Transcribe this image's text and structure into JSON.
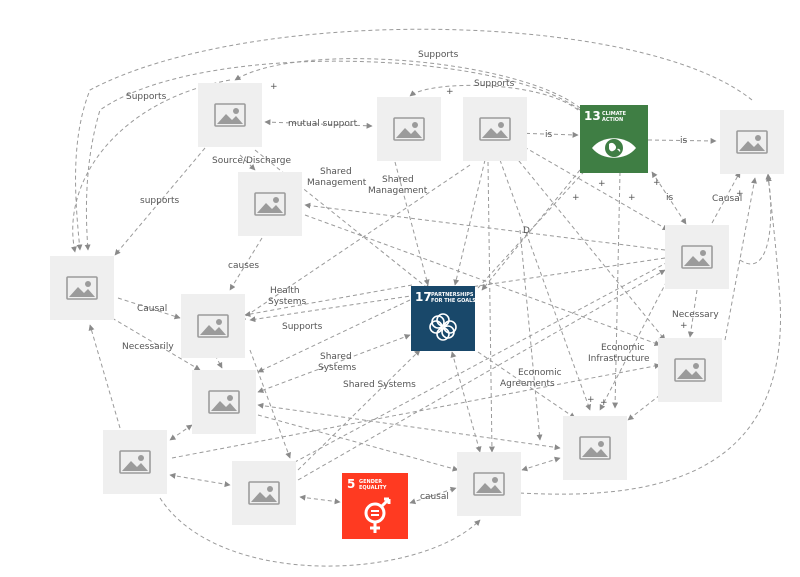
{
  "placeholder_icon": "image-placeholder-icon",
  "edge_color": "#9a9a9a",
  "sdg": {
    "climate": {
      "number": "13",
      "line1": "CLIMATE",
      "line2": "ACTION",
      "color": "#3f7e44",
      "icon": "eye-earth-icon"
    },
    "partnerships": {
      "number": "17",
      "line1": "PARTNERSHIPS",
      "line2": "FOR THE GOALS",
      "color": "#19486a",
      "icon": "interlocking-rings-icon"
    },
    "gender": {
      "number": "5",
      "line1": "GENDER",
      "line2": "EQUALITY",
      "color": "#ff3a21",
      "icon": "gender-equality-icon"
    }
  },
  "labels": {
    "supports_top": "Supports",
    "supports_mid": "Supports",
    "supports_left": "Supports",
    "supports_lower": "supports",
    "supports_center": "Supports",
    "mutual_support": "mutual support",
    "source_discharge": "Source/Discharge",
    "shared_management_1a": "Shared",
    "shared_management_1b": "Management",
    "shared_management_2a": "Shared",
    "shared_management_2b": "Management",
    "is_1": "is",
    "is_2": "is",
    "is_3": "is",
    "causes": "causes",
    "causal_right": "Causal",
    "causal_left": "Causal",
    "causal_bottom": "causal",
    "health_systems_a": "Health",
    "health_systems_b": "Systems",
    "necessarily_left": "Necessarily",
    "necessarily_right": "Necessary",
    "shared_systems_1a": "Shared",
    "shared_systems_1b": "Systems",
    "shared_systems_2": "Shared Systems",
    "economic_agreements_a": "Economic",
    "economic_agreements_b": "Agreements",
    "economic_infrastructure_a": "Economic",
    "economic_infrastructure_b": "Infrastructure",
    "plus": "+",
    "d": "D"
  }
}
